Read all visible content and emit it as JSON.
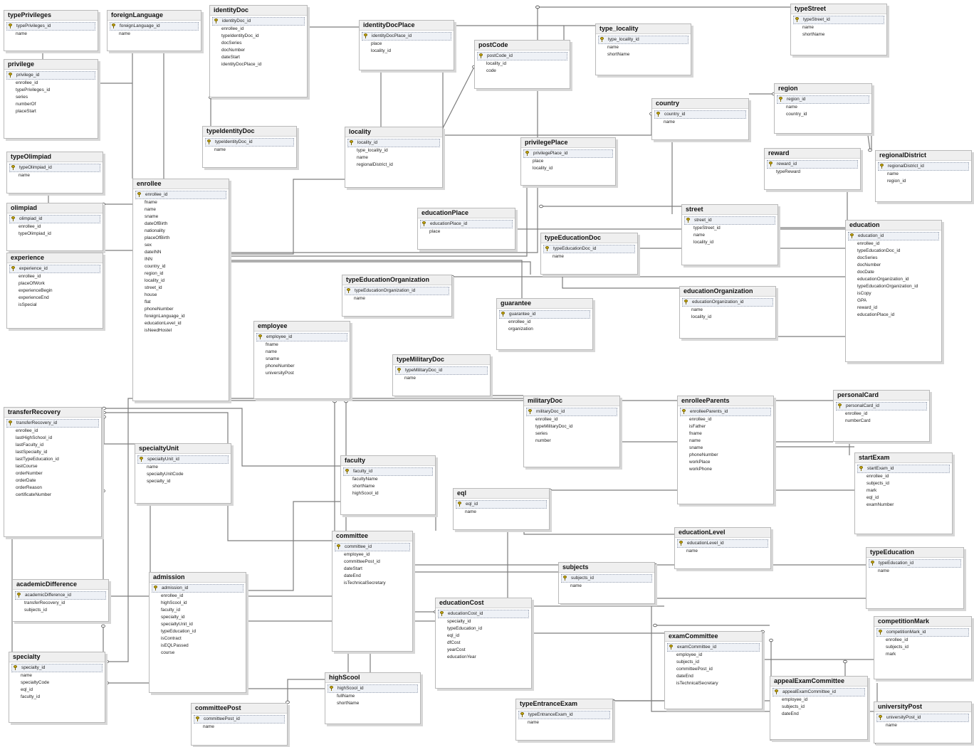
{
  "tables": [
    {
      "id": "typePrivileges",
      "title": "typePrivileges",
      "fields": [
        "typePrivileges_id",
        "name"
      ],
      "pk": 1
    },
    {
      "id": "foreignLanguage",
      "title": "foreignLanguage",
      "fields": [
        "foreignLanguage_id",
        "name"
      ],
      "pk": 1
    },
    {
      "id": "identityDoc",
      "title": "identityDoc",
      "fields": [
        "identityDoc_id",
        "enrollee_id",
        "typeIdentityDoc_id",
        "docSeries",
        "docNumber",
        "dateStart",
        "identityDocPlace_id"
      ],
      "pk": 1
    },
    {
      "id": "identityDocPlace",
      "title": "identityDocPlace",
      "fields": [
        "identityDocPlace_id",
        "place",
        "locality_id"
      ],
      "pk": 1
    },
    {
      "id": "postCode",
      "title": "postCode",
      "fields": [
        "postCode_id",
        "locality_id",
        "code"
      ],
      "pk": 1
    },
    {
      "id": "type_locality",
      "title": "type_locality",
      "fields": [
        "type_locality_id",
        "name",
        "shortName"
      ],
      "pk": 1
    },
    {
      "id": "typeStreet",
      "title": "typeStreet",
      "fields": [
        "typeStreet_id",
        "name",
        "shortName"
      ],
      "pk": 1
    },
    {
      "id": "privilege",
      "title": "privilege",
      "fields": [
        "privilege_id",
        "enrollee_id",
        "typePrivileges_id",
        "series",
        "numberOf",
        "placeStart"
      ],
      "pk": 1
    },
    {
      "id": "region",
      "title": "region",
      "fields": [
        "region_id",
        "name",
        "country_id"
      ],
      "pk": 1
    },
    {
      "id": "country",
      "title": "country",
      "fields": [
        "country_id",
        "name"
      ],
      "pk": 1
    },
    {
      "id": "typeIdentityDoc",
      "title": "typeIdentityDoc",
      "fields": [
        "typeIdentityDoc_id",
        "name"
      ],
      "pk": 1
    },
    {
      "id": "locality",
      "title": "locality",
      "fields": [
        "locality_id",
        "type_locality_id",
        "name",
        "regionalDistrict_id"
      ],
      "pk": 1
    },
    {
      "id": "privilegePlace",
      "title": "privilegePlace",
      "fields": [
        "privilegePlace_id",
        "place",
        "locality_id"
      ],
      "pk": 1
    },
    {
      "id": "reward",
      "title": "reward",
      "fields": [
        "reward_id",
        "typeReward"
      ],
      "pk": 1
    },
    {
      "id": "regionalDistrict",
      "title": "regionalDistrict",
      "fields": [
        "regionalDistrict_id",
        "name",
        "region_id"
      ],
      "pk": 1
    },
    {
      "id": "typeOlimpiad",
      "title": "typeOlimpiad",
      "fields": [
        "typeOlimpiad_id",
        "name"
      ],
      "pk": 1
    },
    {
      "id": "enrollee",
      "title": "enrollee",
      "fields": [
        "enrollee_id",
        "fname",
        "name",
        "sname",
        "dateOfBirth",
        "nationality",
        "placeOfBirth",
        "sex",
        "dateINN",
        "INN",
        "country_id",
        "region_id",
        "locality_id",
        "street_id",
        "house",
        "flat",
        "phoneNumber",
        "foreignLanguage_id",
        "educationLevel_id",
        "isNeedHostel"
      ],
      "pk": 1
    },
    {
      "id": "olimpiad",
      "title": "olimpiad",
      "fields": [
        "olimpiad_id",
        "enrollee_id",
        "typeOlimpiad_id"
      ],
      "pk": 1
    },
    {
      "id": "experience",
      "title": "experience",
      "fields": [
        "experience_id",
        "enrollee_id",
        "placeOfWork",
        "experienceBegin",
        "experienceEnd",
        "isSpecial"
      ],
      "pk": 1
    },
    {
      "id": "educationPlace",
      "title": "educationPlace",
      "fields": [
        "educationPlace_id",
        "place"
      ],
      "pk": 1
    },
    {
      "id": "street",
      "title": "street",
      "fields": [
        "street_id",
        "typeStreet_id",
        "name",
        "locality_id"
      ],
      "pk": 1
    },
    {
      "id": "education",
      "title": "education",
      "fields": [
        "education_id",
        "enrollee_id",
        "typeEducationDoc_id",
        "docSeries",
        "docNumber",
        "docDate",
        "educationOrganization_id",
        "typeEducationOrganization_id",
        "isCopy",
        "GPA",
        "reward_id",
        "educationPlace_id"
      ],
      "pk": 1
    },
    {
      "id": "typeEducationDoc",
      "title": "typeEducationDoc",
      "fields": [
        "typeEducationDoc_id",
        "name"
      ],
      "pk": 1
    },
    {
      "id": "typeEducationOrganization",
      "title": "typeEducationOrganization",
      "fields": [
        "typeEducationOrganization_id",
        "name"
      ],
      "pk": 1
    },
    {
      "id": "educationOrganization",
      "title": "educationOrganization",
      "fields": [
        "educationOrganization_id",
        "name",
        "locality_id"
      ],
      "pk": 1
    },
    {
      "id": "guarantee",
      "title": "guarantee",
      "fields": [
        "guarantee_id",
        "enrollee_id",
        "organization"
      ],
      "pk": 1
    },
    {
      "id": "employee",
      "title": "employee",
      "fields": [
        "employee_id",
        "fname",
        "name",
        "sname",
        "phoneNumber",
        "universityPost"
      ],
      "pk": 1
    },
    {
      "id": "typeMilitaryDoc",
      "title": "typeMilitaryDoc",
      "fields": [
        "typeMilitaryDoc_id",
        "name"
      ],
      "pk": 1
    },
    {
      "id": "militaryDoc",
      "title": "militaryDoc",
      "fields": [
        "militaryDoc_id",
        "enrollee_id",
        "typeMilitaryDoc_id",
        "series",
        "number"
      ],
      "pk": 1
    },
    {
      "id": "enrolleeParents",
      "title": "enrolleeParents",
      "fields": [
        "enrolleeParents_id",
        "enrollee_id",
        "isFather",
        "fname",
        "name",
        "sname",
        "phoneNumber",
        "workPlace",
        "workPhone"
      ],
      "pk": 1
    },
    {
      "id": "personalCard",
      "title": "personalCard",
      "fields": [
        "personalCard_id",
        "enrollee_id",
        "numberCard"
      ],
      "pk": 1
    },
    {
      "id": "transferRecovery",
      "title": "transferRecovery",
      "fields": [
        "transferRecovery_id",
        "enrollee_id",
        "lastHighSchool_id",
        "lastFaculty_id",
        "lastSpecialty_id",
        "lastTypeEducation_id",
        "lastCourse",
        "orderNumber",
        "orderDate",
        "orderReason",
        "certificateNumber"
      ],
      "pk": 1
    },
    {
      "id": "specialtyUnit",
      "title": "specialtyUnit",
      "fields": [
        "specialtyUnit_id",
        "name",
        "specialtyUnitCode",
        "specialty_id"
      ],
      "pk": 1
    },
    {
      "id": "faculty",
      "title": "faculty",
      "fields": [
        "faculty_id",
        "facultyName",
        "shortName",
        "highScool_id"
      ],
      "pk": 1
    },
    {
      "id": "eql",
      "title": "eql",
      "fields": [
        "eql_id",
        "name"
      ],
      "pk": 1
    },
    {
      "id": "startExam",
      "title": "startExam",
      "fields": [
        "startExam_id",
        "enrollee_id",
        "subjects_id",
        "mark",
        "eql_id",
        "examNumber"
      ],
      "pk": 1
    },
    {
      "id": "educationLevel",
      "title": "educationLevel",
      "fields": [
        "educationLevel_id",
        "name"
      ],
      "pk": 1
    },
    {
      "id": "committee",
      "title": "committee",
      "fields": [
        "committee_id",
        "employee_id",
        "committeePost_id",
        "dateStart",
        "dateEnd",
        "isTechnicalSecretary"
      ],
      "pk": 1
    },
    {
      "id": "typeEducation",
      "title": "typeEducation",
      "fields": [
        "typeEducation_id",
        "name"
      ],
      "pk": 1
    },
    {
      "id": "subjects",
      "title": "subjects",
      "fields": [
        "subjects_id",
        "name"
      ],
      "pk": 1
    },
    {
      "id": "academicDifference",
      "title": "academicDifference",
      "fields": [
        "academicDifference_id",
        "transferRecovery_id",
        "subjects_id"
      ],
      "pk": 1
    },
    {
      "id": "admission",
      "title": "admission",
      "fields": [
        "admission_id",
        "enrollee_id",
        "highScool_id",
        "faculty_id",
        "specialty_id",
        "specialtyUnit_id",
        "typeEducation_id",
        "isContract",
        "isEQLPassed",
        "course"
      ],
      "pk": 1
    },
    {
      "id": "educationCost",
      "title": "educationCost",
      "fields": [
        "educationCost_id",
        "specialty_id",
        "typeEducation_id",
        "eql_id",
        "dfCost",
        "yearCost",
        "educationYear"
      ],
      "pk": 1
    },
    {
      "id": "competitionMark",
      "title": "competitionMark",
      "fields": [
        "competitionMark_id",
        "enrollee_id",
        "subjects_id",
        "mark"
      ],
      "pk": 1
    },
    {
      "id": "examCommittee",
      "title": "examCommittee",
      "fields": [
        "examCommittee_id",
        "employee_id",
        "subjects_id",
        "committeePost_id",
        "dateEnd",
        "isTechnicalSecretary"
      ],
      "pk": 1
    },
    {
      "id": "specialty",
      "title": "specialty",
      "fields": [
        "specialty_id",
        "name",
        "specialtyCode",
        "eql_id",
        "faculty_id"
      ],
      "pk": 1
    },
    {
      "id": "highScool",
      "title": "highScool",
      "fields": [
        "highScool_id",
        "fullName",
        "shortName"
      ],
      "pk": 1
    },
    {
      "id": "appealExamCommittee",
      "title": "appealExamCommittee",
      "fields": [
        "appealExamCommittee_id",
        "employee_id",
        "subjects_id",
        "dateEnd"
      ],
      "pk": 1
    },
    {
      "id": "committeePost",
      "title": "committeePost",
      "fields": [
        "committeePost_id",
        "name"
      ],
      "pk": 1
    },
    {
      "id": "typeEntranceExam",
      "title": "typeEntranceExam",
      "fields": [
        "typeEntranceExam_id",
        "name"
      ],
      "pk": 1
    },
    {
      "id": "universityPost",
      "title": "universityPost",
      "fields": [
        "universityPost_id",
        "name"
      ],
      "pk": 1
    }
  ]
}
